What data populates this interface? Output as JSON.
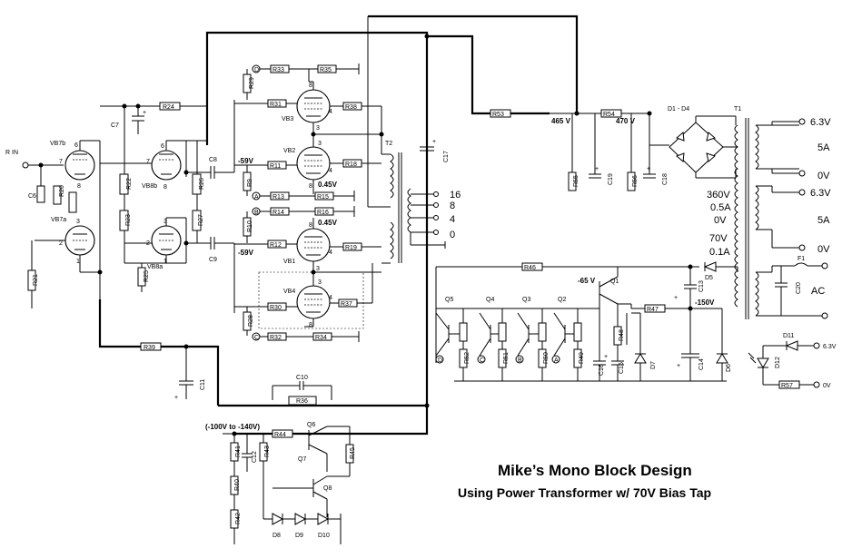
{
  "title": "Mike’s Mono Block Design",
  "subtitle": "Using Power Transformer w/ 70V Bias Tap",
  "labels": {
    "r_in": "R IN",
    "vb7b": "VB7b",
    "vb7a": "VB7a",
    "vb8b": "VB8b",
    "vb8a": "VB8a",
    "vb3": "VB3",
    "vb2": "VB2",
    "vb1": "VB1",
    "vb4": "VB4",
    "t1": "T1",
    "t2": "T2",
    "d1_d4": "D1 - D4",
    "v465": "465 V",
    "v470": "470 V",
    "neg59a": "-59V",
    "neg59b": "-59V",
    "v045a": "0.45V",
    "v045b": "0.45V",
    "neg65": "-65 V",
    "neg150": "-150V",
    "bias_range": "(-100V to -140V)",
    "tap16": "16",
    "tap8": "8",
    "tap4": "4",
    "tap0": "0",
    "v63a": "6.3V",
    "a5a": "5A",
    "v0a": "0V",
    "v360": "360V",
    "a05": "0.5A",
    "v0b": "0V",
    "v63b": "6.3V",
    "a5b": "5A",
    "v0c": "0V",
    "v70": "70V",
    "a01": "0.1A",
    "f1": "F1",
    "ac": "AC",
    "v63c": "6.3V",
    "v0d": "0V",
    "d11": "D11",
    "d12": "D12",
    "q1": "Q1",
    "q2": "Q2",
    "q3": "Q3",
    "q4": "Q4",
    "q5": "Q5",
    "q6": "Q6",
    "q7": "Q7",
    "q8": "Q8",
    "d5": "D5",
    "d6": "D6",
    "d7": "D7",
    "d8": "D8",
    "d9": "D9",
    "d10": "D10",
    "c6": "C6",
    "c7": "C7",
    "c8": "C8",
    "c9": "C9",
    "c10": "C10",
    "c11": "C11",
    "c12": "C12",
    "c13": "C13",
    "c14": "C14",
    "c15": "C15",
    "c16": "C16",
    "c17": "C17",
    "c18": "C18",
    "c19": "C19",
    "c20": "C20",
    "r20": "R20",
    "r21": "R21",
    "r22": "R22",
    "r23": "R23",
    "r24": "R24",
    "r25": "R25",
    "r26": "R26",
    "r27": "R27",
    "r28": "R28",
    "r29": "R29",
    "r30": "R30",
    "r31": "R31",
    "r32": "R32",
    "r33": "R33",
    "r34": "R34",
    "r35": "R35",
    "r36": "R36",
    "r37": "R37",
    "r38": "R38",
    "r39": "R39",
    "r41": "R41",
    "r42": "R42",
    "r43": "R43",
    "r44": "R44",
    "r45": "R45",
    "r46": "R46",
    "r47": "R47",
    "r48": "R48",
    "r49": "R49",
    "r50": "R50",
    "r51": "R51",
    "r52": "R52",
    "r53": "R53",
    "r54": "R54",
    "r55": "R55",
    "r56": "R56",
    "r57": "R57",
    "r9": "R9",
    "r10": "R10",
    "r11": "R11",
    "r12": "R12",
    "r13": "R13",
    "r14": "R14",
    "r15": "R15",
    "r16": "R16",
    "r18": "R18",
    "r19": "R19",
    "r40": "R40",
    "pin_a": "A",
    "pin_b": "B",
    "pin_c": "C",
    "pin_d": "D",
    "n6": "6",
    "n7": "7",
    "n8": "8",
    "n3": "3",
    "n2": "2",
    "n1": "1",
    "n4": "4",
    "n5": "5"
  }
}
